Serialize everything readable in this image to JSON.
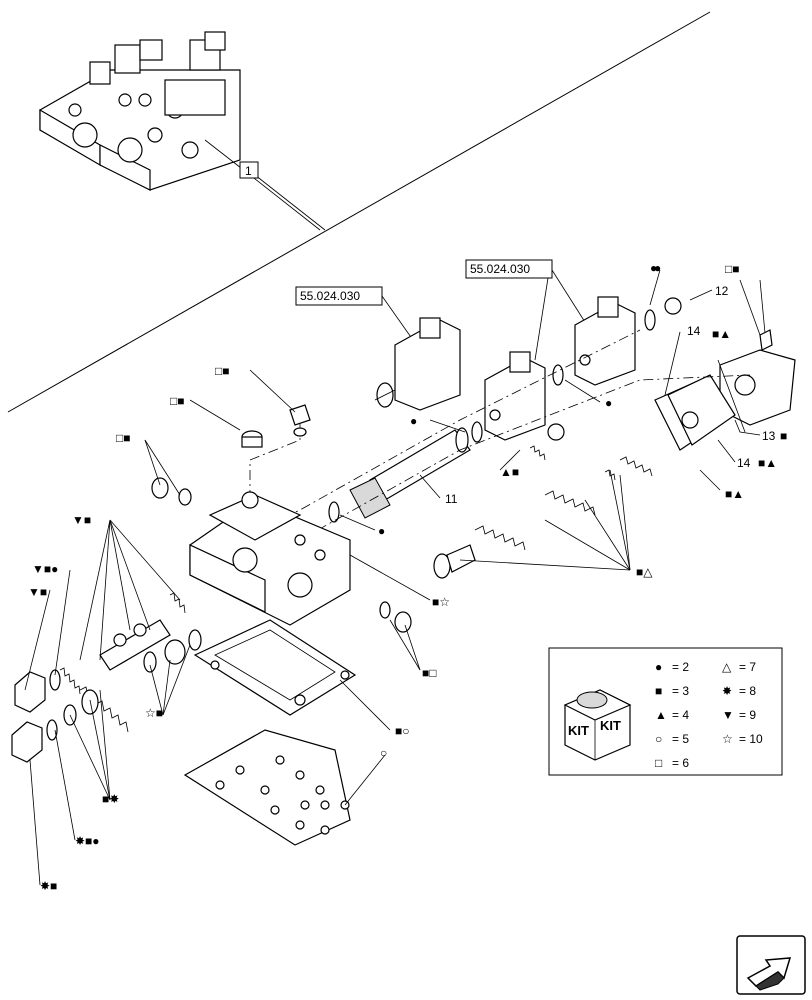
{
  "callouts": {
    "assembly": "1",
    "ref_left": "55.024.030",
    "ref_right": "55.024.030",
    "p11": "11",
    "p12": "12",
    "p13": "13",
    "p14a": "14",
    "p14b": "14"
  },
  "legend": {
    "kit_label_left": "KIT",
    "kit_label_right": "KIT",
    "items": [
      {
        "symbol": "●",
        "text": "= 2"
      },
      {
        "symbol": "△",
        "text": "= 7"
      },
      {
        "symbol": "■",
        "text": "= 3"
      },
      {
        "symbol": "✸",
        "text": "= 8"
      },
      {
        "symbol": "▲",
        "text": "= 4"
      },
      {
        "symbol": "▼",
        "text": "= 9"
      },
      {
        "symbol": "○",
        "text": "= 5"
      },
      {
        "symbol": "☆",
        "text": "= 10"
      },
      {
        "symbol": "□",
        "text": "= 6"
      }
    ]
  },
  "symbol_labels": {
    "s_top_right": "□■",
    "s_12_dot": "●",
    "s_14_top": "■▲",
    "s_13": "■",
    "s_14_bot": "■▲",
    "s_bot_right": "■▲",
    "s_springs": "■△",
    "s_plug_left": "□■",
    "s_cap": "□■",
    "s_body_left": "□■",
    "s_bvd": "▼■●",
    "s_bv": "▼■",
    "s_bv2": "▼■",
    "s_dot_a": "●",
    "s_dot_b": "●",
    "s_dot_c": "●",
    "s_tri_sq": "▲■",
    "s_circle": "○",
    "s_sq_star": "■☆",
    "s_sq_sq": "■□",
    "s_star_sq": "☆■",
    "s_sq_circ": "■○",
    "s_sq_8": "■✸",
    "s_8_sq_dot": "✸■●",
    "s_8_sq": "✸■"
  }
}
